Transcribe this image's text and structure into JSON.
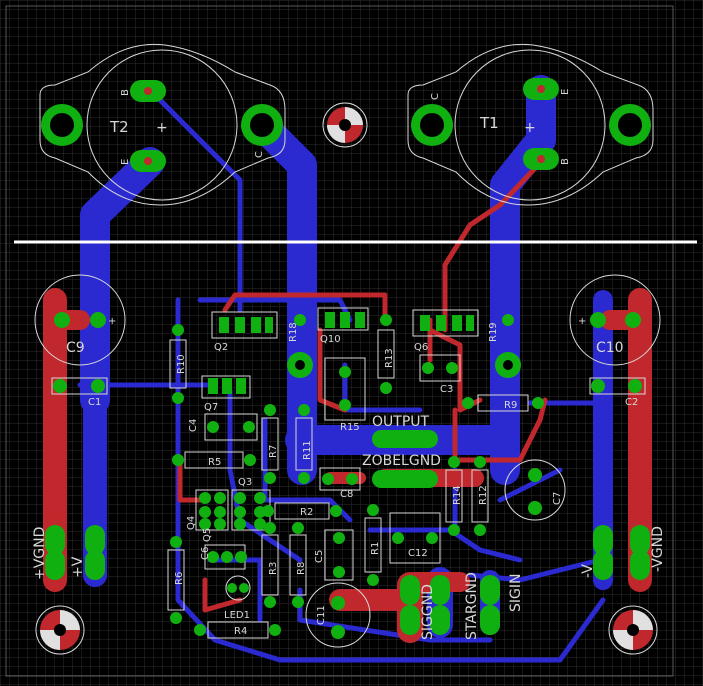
{
  "board": {
    "colors": {
      "background": "#000000",
      "grid": "#2e2e2e",
      "top_copper": "#c0282d",
      "bottom_copper": "#2a2ad0",
      "pad": "#10b010",
      "silkscreen": "#d8d8d8",
      "dimension_line": "#ffffff"
    }
  },
  "transistors": {
    "t2": {
      "name": "T2",
      "pin_b": "B",
      "pin_e": "E",
      "pin_c": "C"
    },
    "t1": {
      "name": "T1",
      "pin_b": "B",
      "pin_e": "E",
      "pin_c": "C"
    }
  },
  "components": {
    "c9": "C9",
    "c10": "C10",
    "c1": "C1",
    "c2": "C2",
    "c3": "C3",
    "c4": "C4",
    "c5": "C5",
    "c6": "C6",
    "c7": "C7",
    "c8": "C8",
    "c11": "C11",
    "c12": "C12",
    "q2": "Q2",
    "q10": "Q10",
    "q6": "Q6",
    "q7": "Q7",
    "q3": "Q3",
    "q4": "Q4",
    "q5": "Q5",
    "r10": "R10",
    "r18": "R18",
    "r13": "R13",
    "r19": "R19",
    "r15": "R15",
    "r9": "R9",
    "r5": "R5",
    "r7": "R7",
    "r11": "R11",
    "r14": "R14",
    "r12": "R12",
    "r2": "R2",
    "r1": "R1",
    "r3": "R3",
    "r8": "R8",
    "r6": "R6",
    "r4": "R4",
    "led1": "LED1"
  },
  "connectors": {
    "output": "OUTPUT",
    "zobel_gnd": "ZOBELGND",
    "sig_gnd": "SIGGND",
    "star_gnd": "STARGND",
    "sig_in": "SIGIN",
    "plus_vgnd": "+VGND",
    "plus_v": "+V",
    "minus_v": "-V",
    "minus_vgnd": "-VGND"
  },
  "symbols": {
    "plus": "+"
  }
}
